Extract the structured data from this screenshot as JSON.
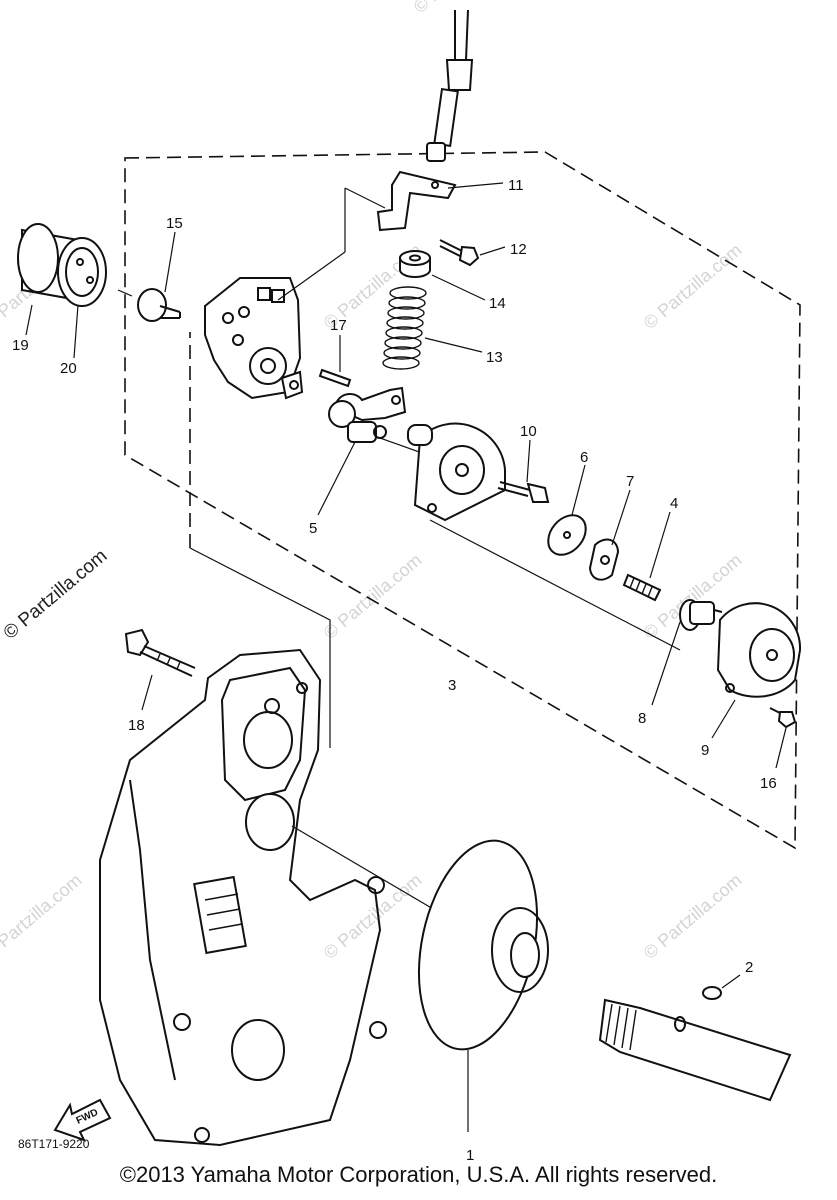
{
  "diagram": {
    "callouts": {
      "p1": "1",
      "p2": "2",
      "p3": "3",
      "p4": "4",
      "p5": "5",
      "p6": "6",
      "p7": "7",
      "p8": "8",
      "p9": "9",
      "p10": "10",
      "p11": "11",
      "p12": "12",
      "p13": "13",
      "p14": "14",
      "p15": "15",
      "p16": "16",
      "p17": "17",
      "p18": "18",
      "p19": "19",
      "p20": "20"
    },
    "drawing_code": "86T171-9220",
    "fwd_label": "FWD",
    "watermark": "© Partzilla.com",
    "copyright": "©2013 Yamaha Motor Corporation, U.S.A. All rights reserved."
  }
}
